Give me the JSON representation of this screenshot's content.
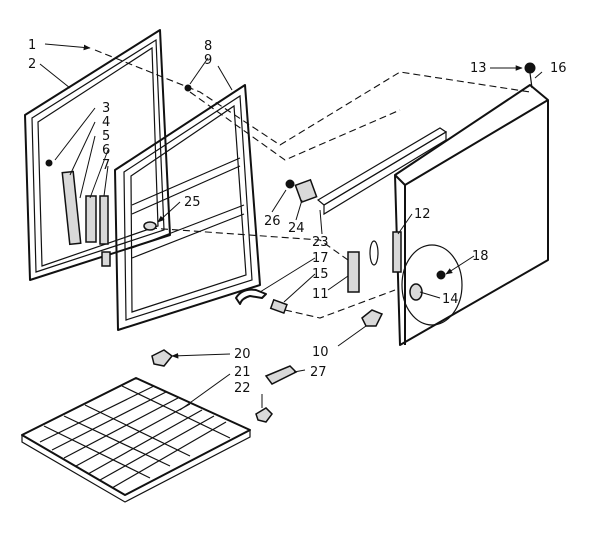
{
  "diagram": {
    "callouts": [
      "1",
      "2",
      "3",
      "4",
      "5",
      "6",
      "7",
      "8",
      "9",
      "10",
      "11",
      "12",
      "13",
      "14",
      "15",
      "16",
      "17",
      "18",
      "20",
      "21",
      "22",
      "23",
      "24",
      "25",
      "26",
      "27"
    ]
  }
}
